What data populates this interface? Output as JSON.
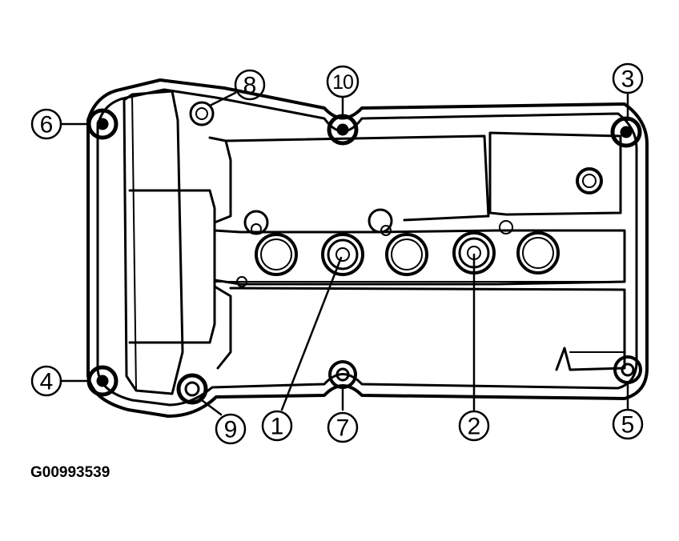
{
  "figure": {
    "id": "G00993539"
  },
  "callouts": [
    {
      "label": "1"
    },
    {
      "label": "2"
    },
    {
      "label": "3"
    },
    {
      "label": "4"
    },
    {
      "label": "5"
    },
    {
      "label": "6"
    },
    {
      "label": "7"
    },
    {
      "label": "8"
    },
    {
      "label": "9"
    },
    {
      "label": "10"
    }
  ]
}
